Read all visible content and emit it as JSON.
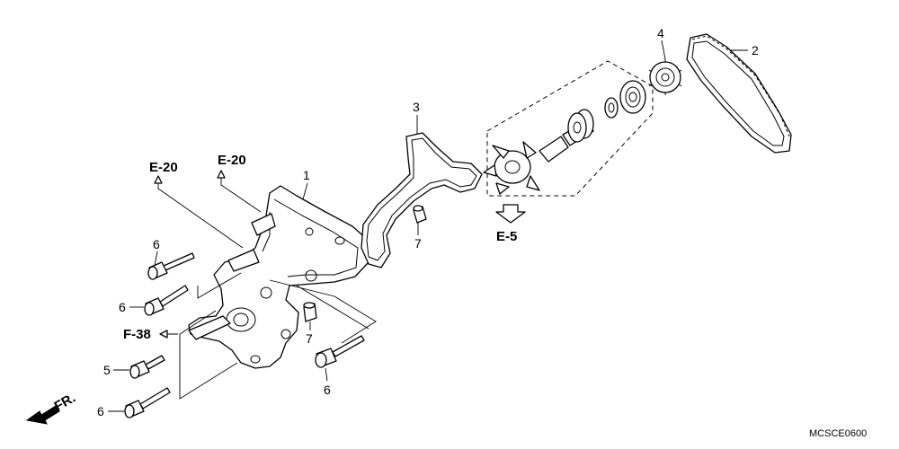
{
  "callouts": {
    "c1": "1",
    "c2": "2",
    "c3": "3",
    "c4": "4",
    "c5": "5",
    "c6_top": "6",
    "c6_mid": "6",
    "c6_bottom_right": "6",
    "c6_bottom_left": "6",
    "c7_upper": "7",
    "c7_lower": "7"
  },
  "references": {
    "e20_left": "E-20",
    "e20_right": "E-20",
    "f38": "F-38",
    "e5": "E-5"
  },
  "front_indicator": "FR.",
  "diagram_code": "MCSCE0600",
  "colors": {
    "line": "#000000",
    "background": "#ffffff"
  }
}
